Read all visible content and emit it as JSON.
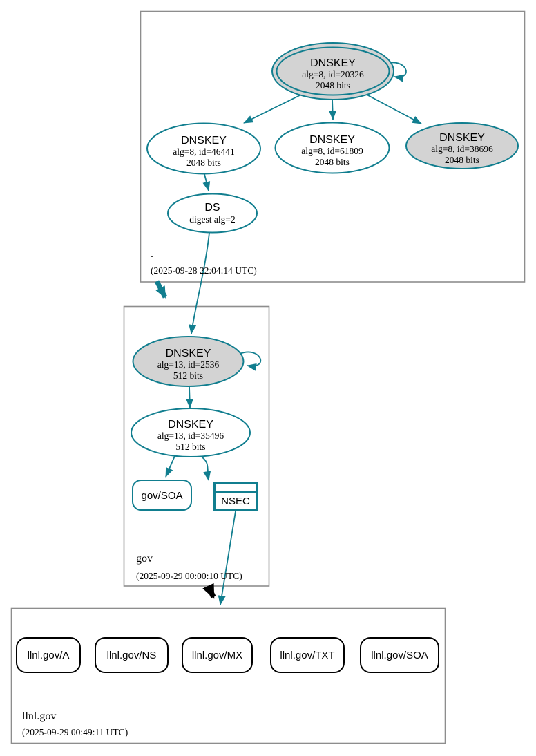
{
  "diagram": {
    "type": "dnssec-authentication-chain",
    "colors": {
      "secure_teal": "#117e8f",
      "node_fill_gray": "#d3d3d3",
      "node_fill_white": "#ffffff",
      "insecure_black": "#000000",
      "zone_box_border": "#8d8d8d"
    },
    "zones": {
      "root": {
        "name": ".",
        "timestamp": "(2025-09-28 22:04:14 UTC)"
      },
      "gov": {
        "name": "gov",
        "timestamp": "(2025-09-29 00:00:10 UTC)"
      },
      "llnl": {
        "name": "llnl.gov",
        "timestamp": "(2025-09-29 00:49:11 UTC)"
      }
    },
    "nodes": {
      "root_ksk": {
        "title": "DNSKEY",
        "alg": "alg=8, id=20326",
        "bits": "2048 bits"
      },
      "root_key_46441": {
        "title": "DNSKEY",
        "alg": "alg=8, id=46441",
        "bits": "2048 bits"
      },
      "root_key_61809": {
        "title": "DNSKEY",
        "alg": "alg=8, id=61809",
        "bits": "2048 bits"
      },
      "root_key_38696": {
        "title": "DNSKEY",
        "alg": "alg=8, id=38696",
        "bits": "2048 bits"
      },
      "root_ds": {
        "title": "DS",
        "alg": "digest alg=2"
      },
      "gov_ksk": {
        "title": "DNSKEY",
        "alg": "alg=13, id=2536",
        "bits": "512 bits"
      },
      "gov_zsk": {
        "title": "DNSKEY",
        "alg": "alg=13, id=35496",
        "bits": "512 bits"
      },
      "gov_soa": {
        "label": "gov/SOA"
      },
      "gov_nsec": {
        "label": "NSEC"
      },
      "llnl_a": {
        "label": "llnl.gov/A"
      },
      "llnl_ns": {
        "label": "llnl.gov/NS"
      },
      "llnl_mx": {
        "label": "llnl.gov/MX"
      },
      "llnl_txt": {
        "label": "llnl.gov/TXT"
      },
      "llnl_soa": {
        "label": "llnl.gov/SOA"
      }
    }
  }
}
